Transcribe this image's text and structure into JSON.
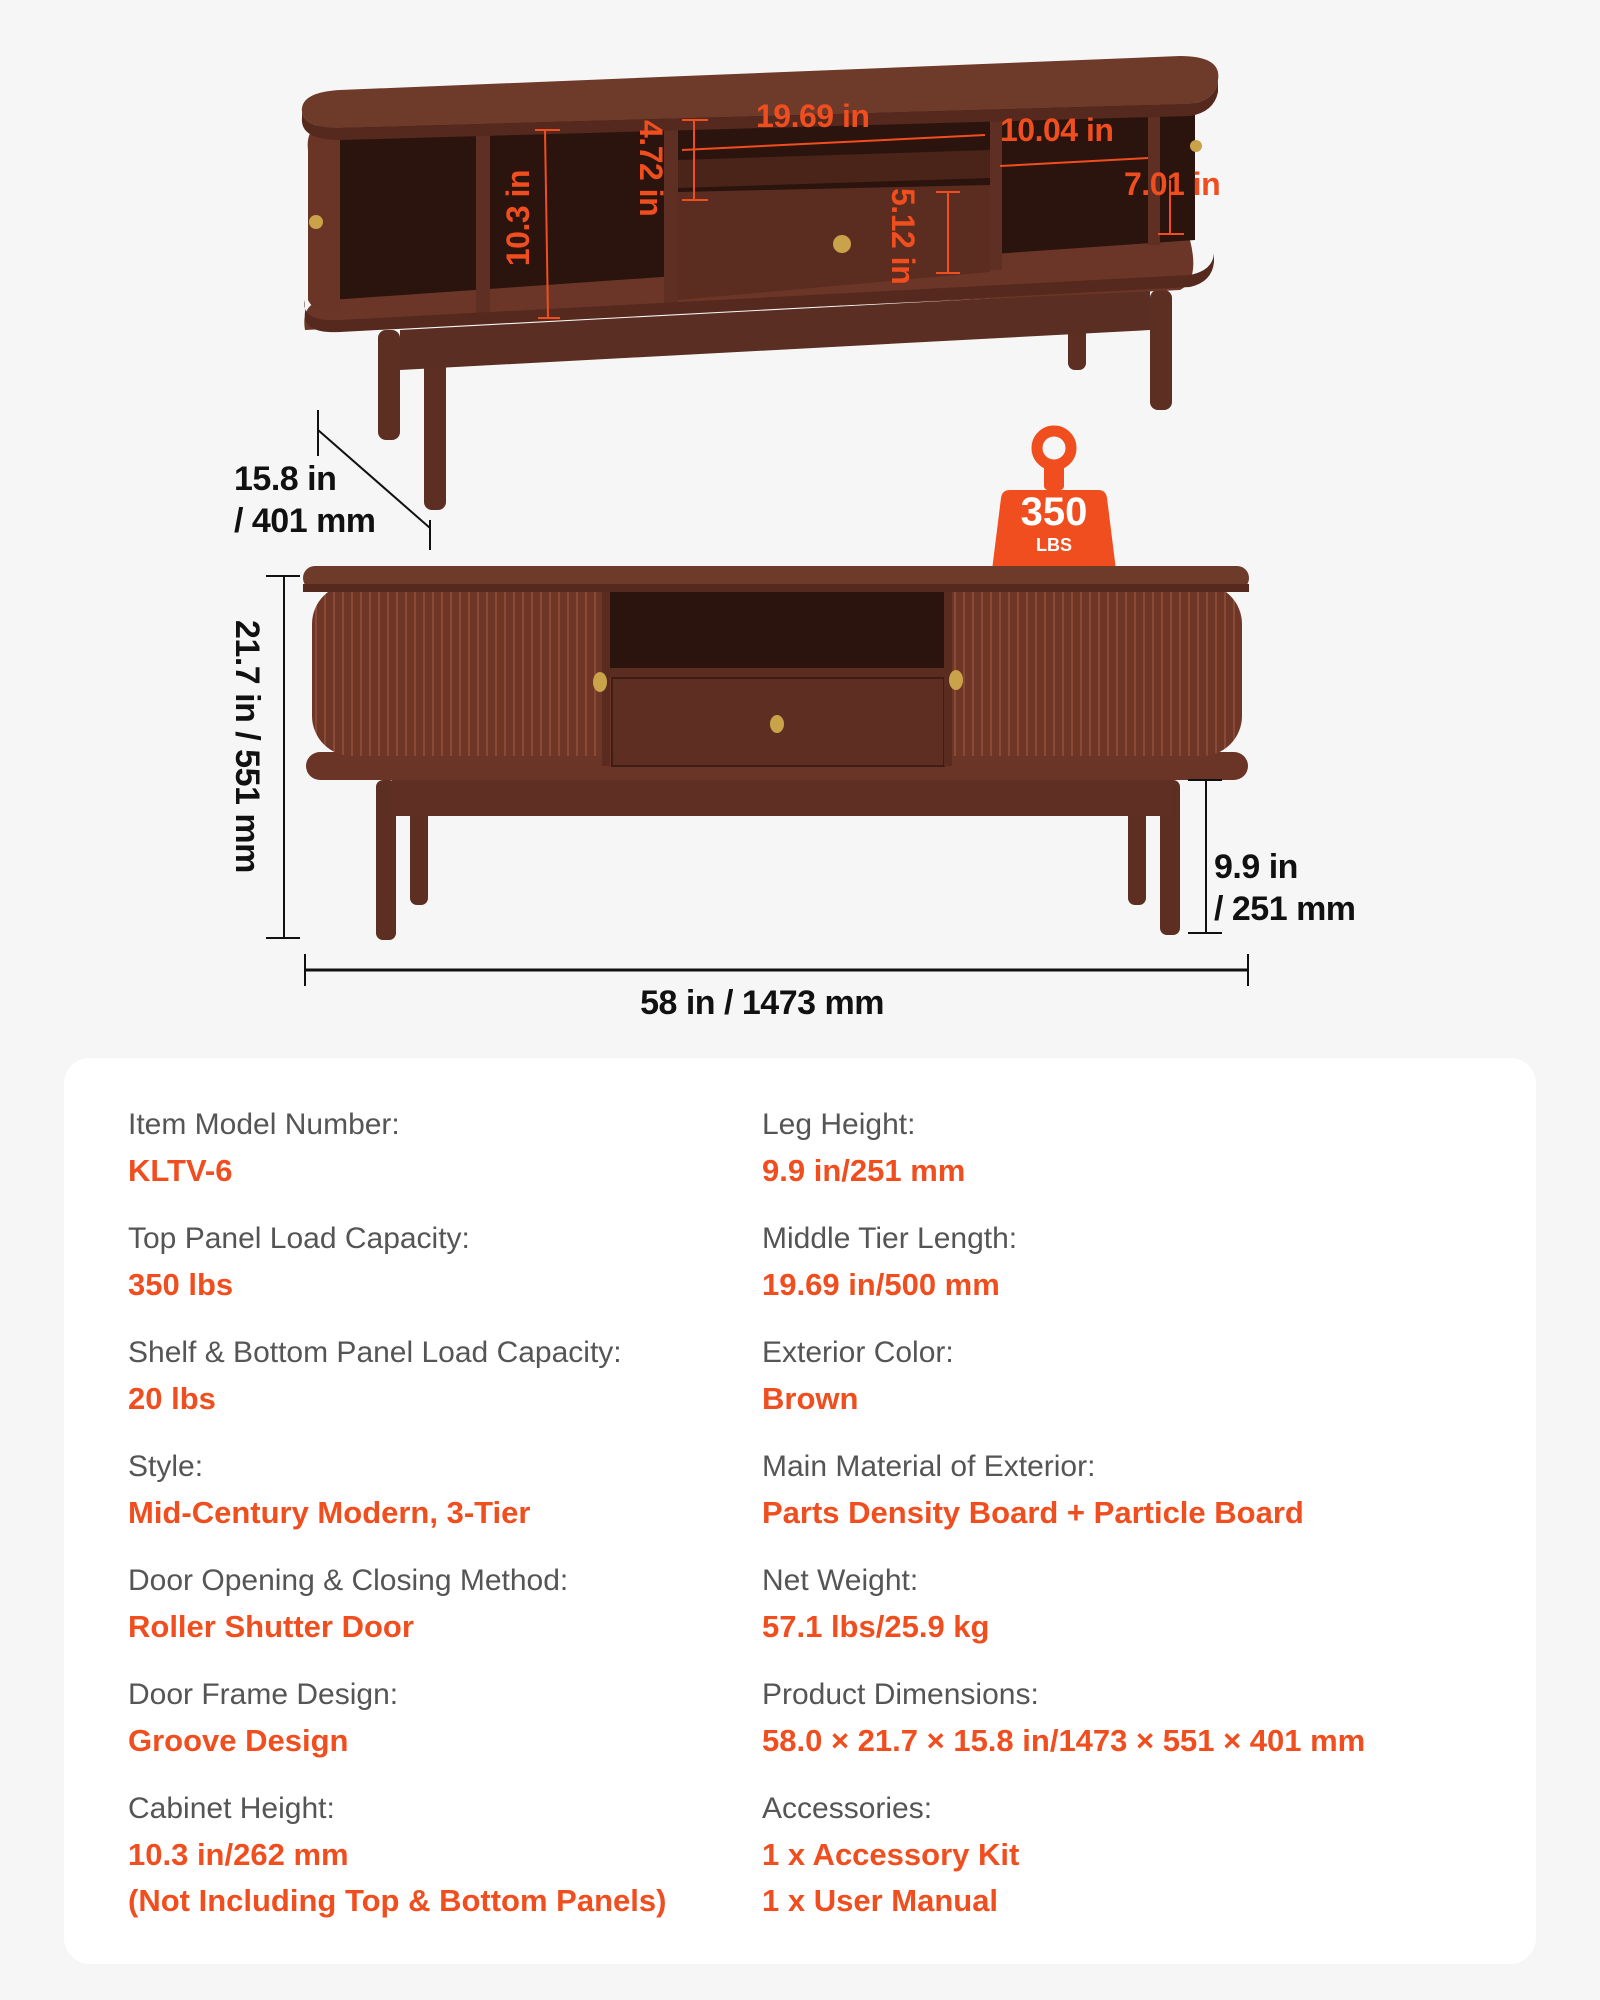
{
  "colors": {
    "accent": "#f04e1f",
    "label_text": "#555555",
    "dimension_text": "#111111",
    "wood": "#6e3a2a",
    "wood_dark": "#3a1d14",
    "knob": "#c9a24a",
    "background": "#f6f6f6",
    "card": "#ffffff"
  },
  "top_view": {
    "dimensions": {
      "middle_tier_length": "19.69 in",
      "middle_opening_height": "4.72 in",
      "side_cabinet_height": "10.3 in",
      "drawer_height": "5.12 in",
      "right_shelf_width": "10.04 in",
      "right_shelf_height": "7.01 in"
    }
  },
  "front_view": {
    "depth_in": "15.8 in",
    "depth_mm": "/ 401 mm",
    "height_total": "21.7 in / 551 mm",
    "leg_height_in": "9.9 in",
    "leg_height_mm": "/ 251 mm",
    "width_total": "58 in / 1473 mm",
    "load_badge": {
      "icon": "weight-icon",
      "value": "350",
      "unit": "LBS"
    }
  },
  "specs": {
    "left": [
      {
        "label": "Item Model Number:",
        "values": [
          "KLTV-6"
        ]
      },
      {
        "label": "Top Panel Load Capacity:",
        "values": [
          "350 lbs"
        ]
      },
      {
        "label": "Shelf & Bottom Panel Load Capacity:",
        "values": [
          "20 lbs"
        ]
      },
      {
        "label": "Style:",
        "values": [
          "Mid-Century Modern, 3-Tier"
        ]
      },
      {
        "label": "Door Opening & Closing Method:",
        "values": [
          "Roller Shutter Door"
        ]
      },
      {
        "label": "Door Frame Design:",
        "values": [
          "Groove Design"
        ]
      },
      {
        "label": "Cabinet Height:",
        "values": [
          "10.3 in/262 mm",
          "(Not Including Top & Bottom Panels)"
        ]
      }
    ],
    "right": [
      {
        "label": "Leg Height:",
        "values": [
          "9.9 in/251 mm"
        ]
      },
      {
        "label": "Middle Tier Length:",
        "values": [
          "19.69 in/500 mm"
        ]
      },
      {
        "label": "Exterior Color:",
        "values": [
          "Brown"
        ]
      },
      {
        "label": "Main Material of Exterior:",
        "values": [
          "Parts Density Board + Particle Board"
        ]
      },
      {
        "label": "Net Weight:",
        "values": [
          "57.1 lbs/25.9 kg"
        ]
      },
      {
        "label": "Product Dimensions:",
        "values": [
          "58.0 × 21.7 × 15.8 in/1473 × 551 × 401 mm"
        ]
      },
      {
        "label": "Accessories:",
        "values": [
          "1 x Accessory Kit",
          "1 x User Manual"
        ]
      }
    ]
  }
}
